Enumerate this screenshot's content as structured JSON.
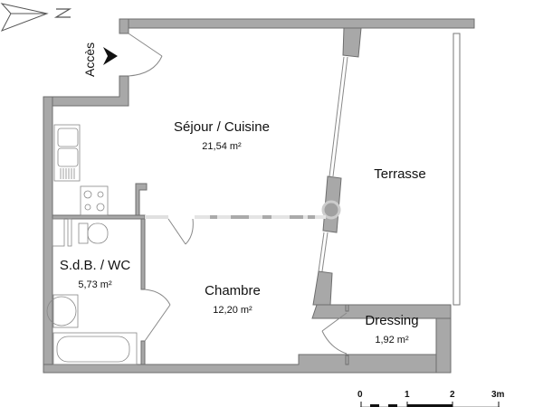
{
  "plan": {
    "north_label": "N",
    "entry_label": "Accès",
    "colors": {
      "wall": "#a8a8a8",
      "wall_outline": "#6e6e6e",
      "fixture": "#888888",
      "text": "#111111",
      "background": "#ffffff"
    }
  },
  "rooms": [
    {
      "id": "sejour",
      "name": "Séjour / Cuisine",
      "area": "21,54 m²"
    },
    {
      "id": "terrasse",
      "name": "Terrasse",
      "area": ""
    },
    {
      "id": "sdb",
      "name": "S.d.B. / WC",
      "area": "5,73 m²"
    },
    {
      "id": "chambre",
      "name": "Chambre",
      "area": "12,20 m²"
    },
    {
      "id": "dressing",
      "name": "Dressing",
      "area": "1,92 m²"
    }
  ],
  "scale_bar": {
    "ticks": [
      "0",
      "1",
      "2",
      "3m"
    ]
  }
}
